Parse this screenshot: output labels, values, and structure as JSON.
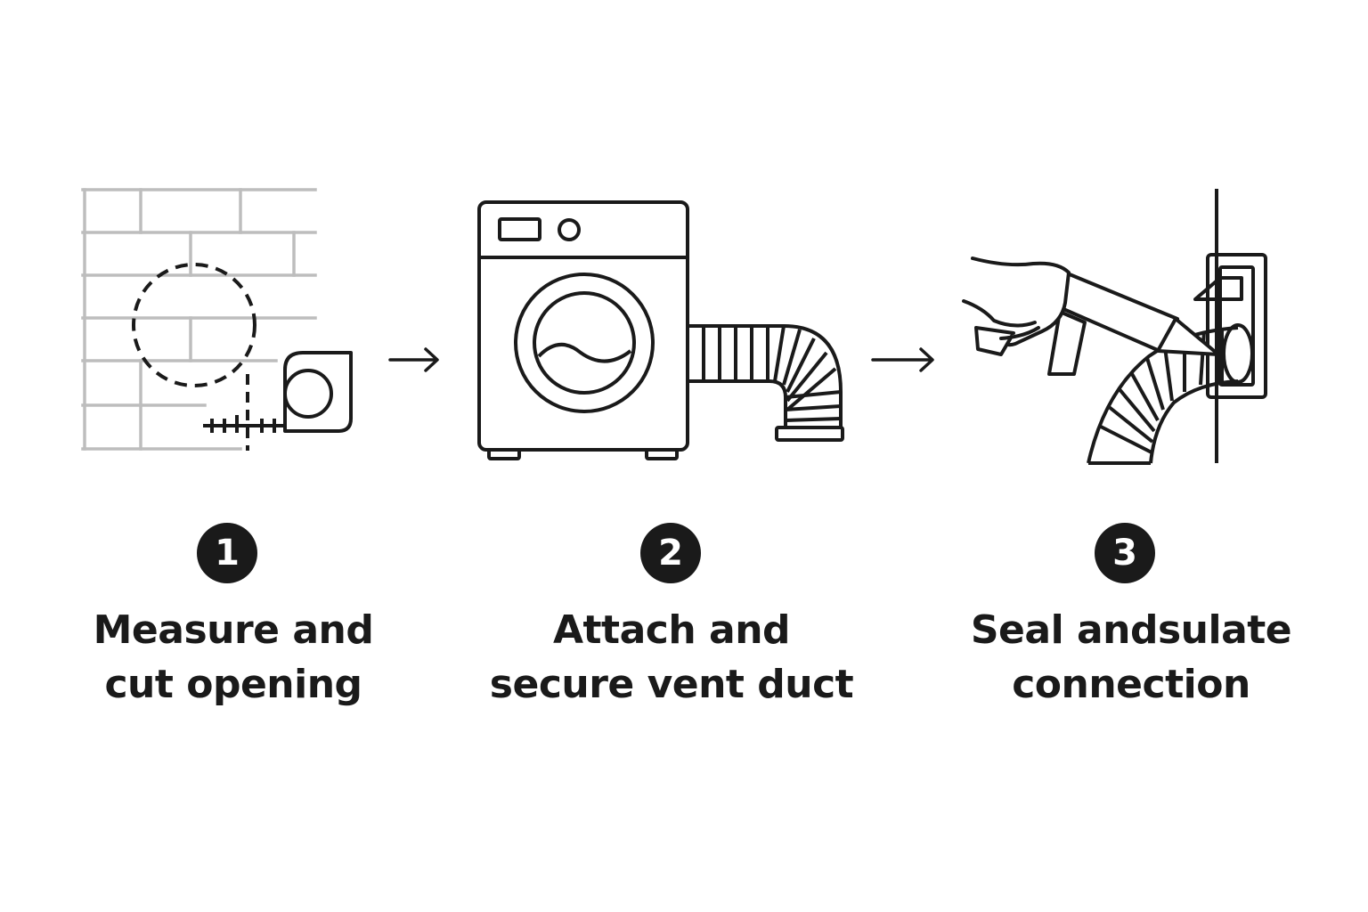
{
  "steps": [
    {
      "number": "1",
      "caption_lines": [
        "Measure and",
        "cut opening"
      ],
      "icons": [
        "brick-wall-icon",
        "dashed-circle-opening-icon",
        "tape-measure-icon"
      ]
    },
    {
      "number": "2",
      "caption_lines": [
        "Attach and",
        "secure vent duct"
      ],
      "icons": [
        "dryer-icon",
        "flexible-duct-icon"
      ]
    },
    {
      "number": "3",
      "caption_lines": [
        "Seal andsulate",
        "connection"
      ],
      "icons": [
        "hand-icon",
        "caulk-gun-icon",
        "wall-vent-icon",
        "flexible-duct-icon"
      ]
    }
  ],
  "connectors": [
    "arrow-right-icon",
    "arrow-right-icon"
  ],
  "colors": {
    "ink": "#1a1a1a",
    "brick": "#bdbdbd",
    "background": "#ffffff"
  }
}
